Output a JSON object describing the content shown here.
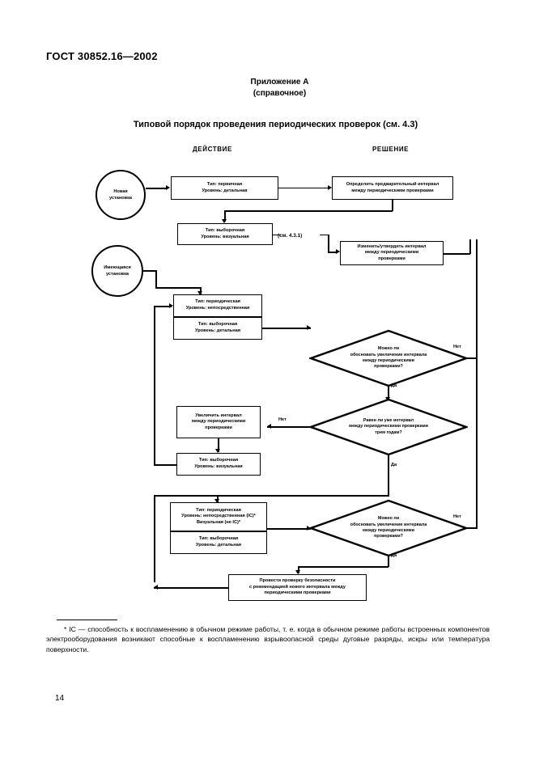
{
  "document": {
    "standard_header": "ГОСТ 30852.16—2002",
    "annex_title": "Приложение А",
    "annex_subtitle": "(справочное)",
    "chart_title": "Типовой порядок проведения периодических проверок (см. 4.3)",
    "page_number": "14",
    "footnote": "* IC — способность к воспламенению в обычном режиме работы, т. е. когда в обычном режиме работы встроенных компонентов электрооборудования возникают способные к воспламенению взрывоопасной среды дуговые разряды, искры или температура поверхности."
  },
  "flowchart": {
    "columns": {
      "action": "ДЕЙСТВИЕ",
      "decision": "РЕШЕНИЕ"
    },
    "start_nodes": [
      {
        "id": "new-installation",
        "line1": "Новая",
        "line2": "установка"
      },
      {
        "id": "existing-installation",
        "line1": "Имеющаяся",
        "line2": "установка"
      }
    ],
    "action_boxes": {
      "initial_inspection": {
        "line1": "Тип: первичная",
        "line2": "Уровень: детальная"
      },
      "sample_visual_1": {
        "line1": "Тип: выборочная",
        "line2": "Уровень: визуальная"
      },
      "periodic_close": {
        "line1": "Тип: периодическая",
        "line2": "Уровень: непосредственная"
      },
      "sample_detailed_1": {
        "line1": "Тип: выборочная",
        "line2": "Уровень: детальная"
      },
      "increase_interval": {
        "line1": "Увеличить интервал",
        "line2": "между периодическими",
        "line3": "проверками"
      },
      "sample_visual_2": {
        "line1": "Тип: выборочная",
        "line2": "Уровень: визуальная"
      },
      "periodic_close_ic": {
        "line1": "Тип: периодическая",
        "line2": "Уровень: непосредственная (IC)*",
        "line3": "Визуальная (не IC)*"
      },
      "sample_detailed_2": {
        "line1": "Тип: выборочная",
        "line2": "Уровень: детальная"
      }
    },
    "decision_boxes": {
      "define_preliminary_interval": {
        "line1": "Определить предварительный интервал",
        "line2": "между периодическими проверками"
      },
      "change_confirm_interval": {
        "line1": "Изменить/утвердить интервал",
        "line2": "между периодическими",
        "line3": "проверками"
      },
      "safety_check": {
        "line1": "Провести проверку безопасности",
        "line2": "с рекомендацией нового интервала между",
        "line3": "периодическими проверками"
      }
    },
    "diamonds": [
      {
        "id": "justify-increase-1",
        "line1": "Можно ли",
        "line2": "обосновать увеличение интервала",
        "line3": "между периодическими",
        "line4": "проверками?"
      },
      {
        "id": "interval-three-years",
        "line1": "Равен ли уже интервал",
        "line2": "между периодическими проверками",
        "line3": "трем годам?"
      },
      {
        "id": "justify-increase-2",
        "line1": "Можно ли",
        "line2": "обосновать увеличение интервала",
        "line3": "между периодическими",
        "line4": "проверками?"
      }
    ],
    "edge_labels": {
      "no_1": "Нет",
      "yes_1": "Да",
      "no_2": "Нет",
      "yes_2": "Да",
      "no_3": "Нет",
      "yes_3": "Да"
    },
    "clause_note": "(см. 4.3.1)"
  }
}
